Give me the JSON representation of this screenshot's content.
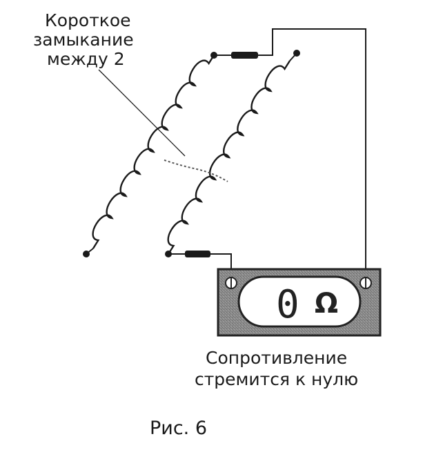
{
  "callout": {
    "lines": [
      "Короткое",
      "замыкание",
      "между 2"
    ]
  },
  "meter": {
    "reading": "0",
    "unit_symbol": "Ω"
  },
  "result": {
    "lines": [
      "Сопротивление",
      "стремится к нулю"
    ]
  },
  "figure_caption": "Рис. 6",
  "colors": {
    "ink": "#1a1a1a",
    "meter_case": "#8c8c8c",
    "meter_display": "#ffffff"
  },
  "icons": [
    "coil-left",
    "coil-right",
    "resistor-top",
    "resistor-bottom",
    "short-circuit-path",
    "ohmmeter"
  ]
}
